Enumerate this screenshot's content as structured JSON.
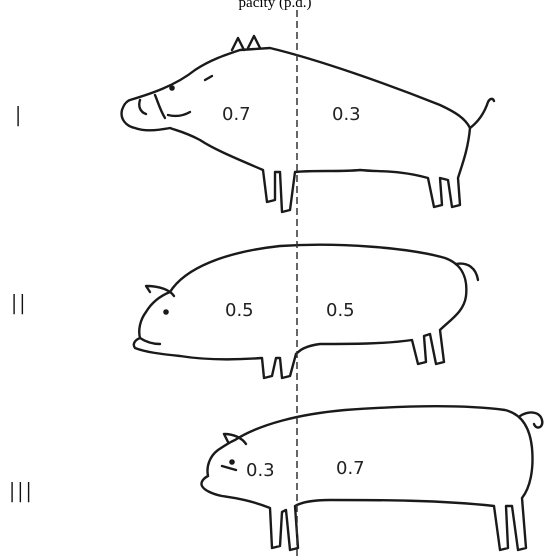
{
  "caption": "pacity (p.d.)",
  "rows": [
    {
      "numeral": "I",
      "left_value": "0.7",
      "right_value": "0.3"
    },
    {
      "numeral": "II",
      "left_value": "0.5",
      "right_value": "0.5"
    },
    {
      "numeral": "III",
      "left_value": "0.3",
      "right_value": "0.7"
    }
  ],
  "colors": {
    "outline": "#1a1a1a",
    "divider": "#333333",
    "background": "#ffffff"
  }
}
